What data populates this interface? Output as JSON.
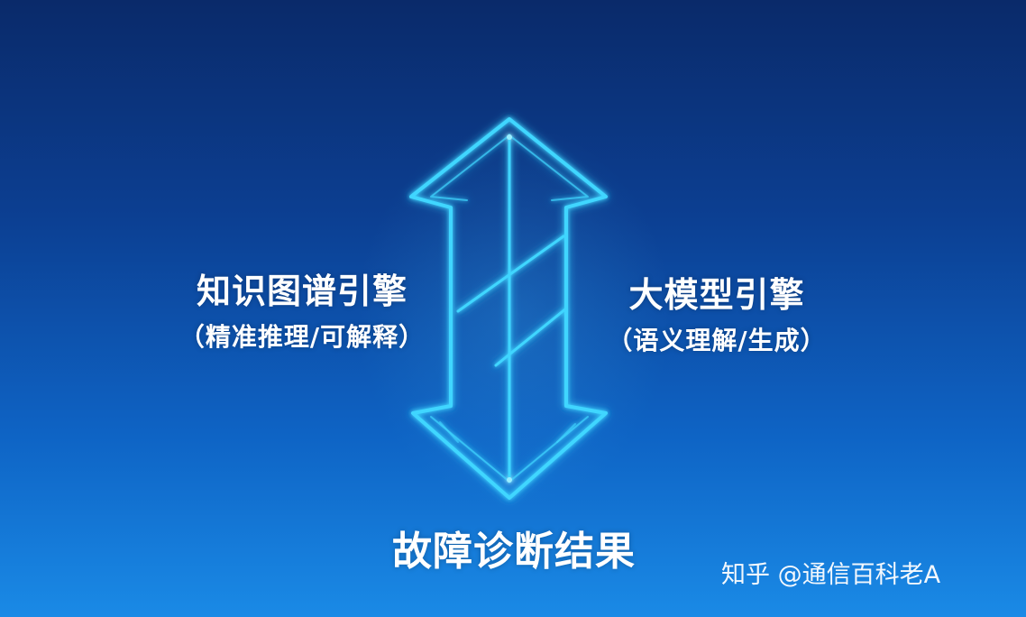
{
  "diagram": {
    "left_engine": {
      "title": "知识图谱引擎",
      "subtitle": "（精准推理/可解释）"
    },
    "right_engine": {
      "title": "大模型引擎",
      "subtitle": "（语义理解/生成）"
    },
    "result": "故障诊断结果",
    "arrow_icon": "double-headed-arrow-icon",
    "glow_color": "#3fd6ff",
    "background_colors": [
      "#0a2a6a",
      "#1a8ae6"
    ]
  },
  "watermark": "知乎 @通信百科老A"
}
